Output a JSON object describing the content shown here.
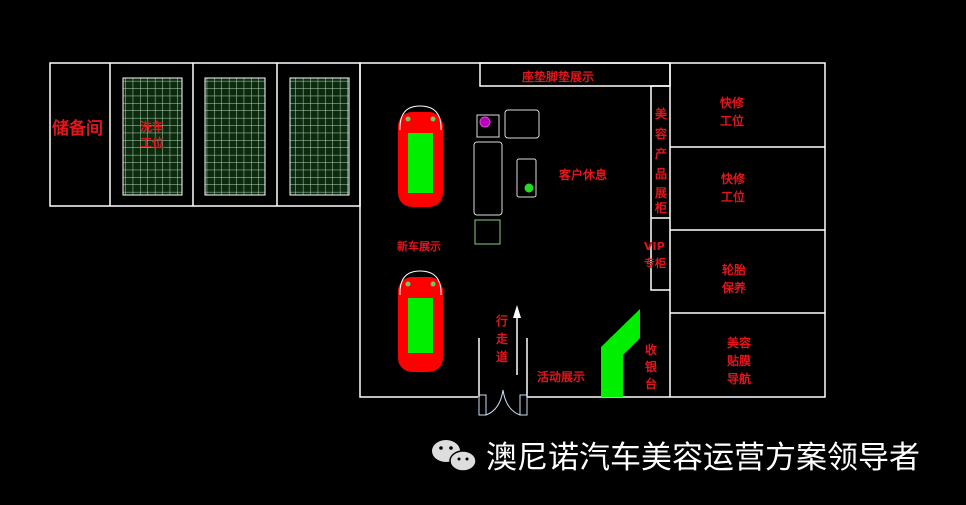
{
  "rooms": {
    "storage": "储备间",
    "car_wash": [
      "洗车",
      "工位"
    ],
    "mat_display": "座垫脚垫展示",
    "quick_repair_1": [
      "快修",
      "工位"
    ],
    "quick_repair_2": [
      "快修",
      "工位"
    ],
    "customer_lounge": "客户休息",
    "beauty_cabinet": [
      "美",
      "容",
      "产",
      "品",
      "展",
      "柜"
    ],
    "vip_cabinet": [
      "VIP",
      "专柜"
    ],
    "tire_care": [
      "轮胎",
      "保养"
    ],
    "film_guide": [
      "美容",
      "贴膜",
      "导航"
    ],
    "new_car": "新车展示",
    "walkway": [
      "行",
      "走",
      "道"
    ],
    "event_display": "活动展示",
    "cashier": [
      "收",
      "银",
      "台"
    ]
  },
  "colors": {
    "wall": "#ffffff",
    "label": "#e0161c",
    "grid": "#1f4a22",
    "car_body": "#ff0000",
    "car_glass": "#00ee00",
    "counter": "#00ee00"
  },
  "watermark": {
    "icon": "wechat-icon",
    "text": "澳尼诺汽车美容运营方案领导者"
  }
}
